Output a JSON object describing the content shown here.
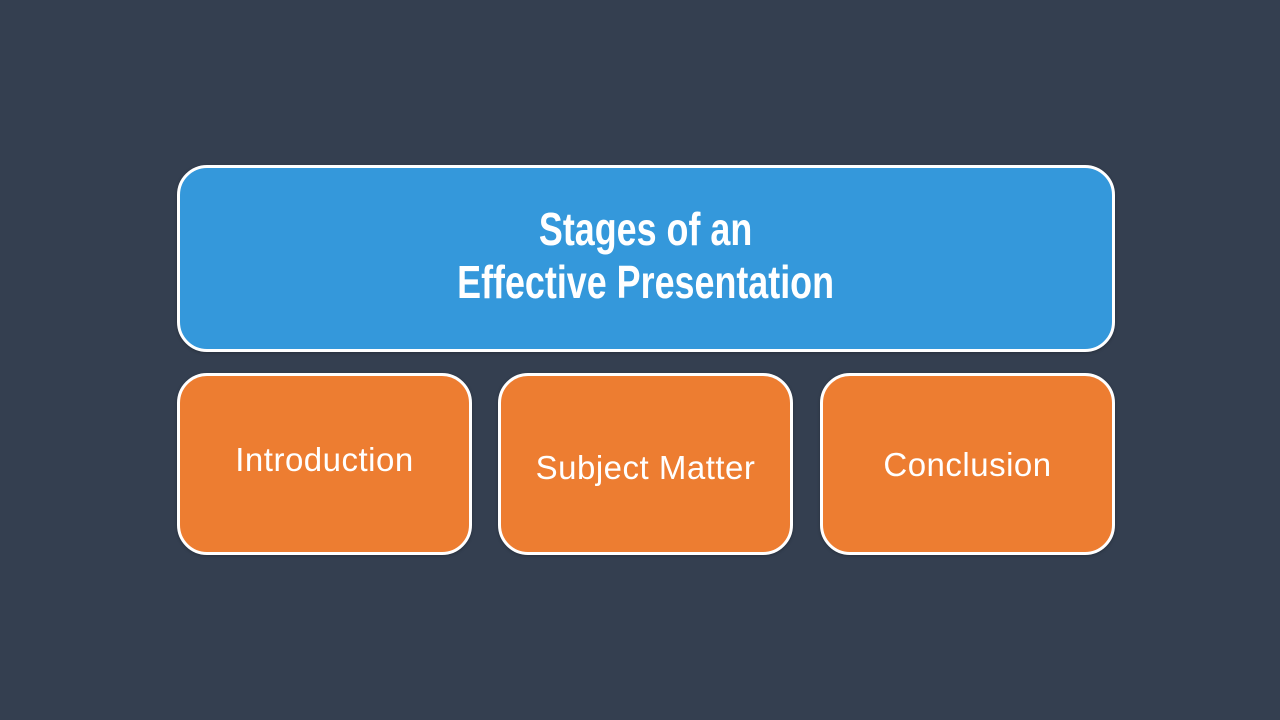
{
  "slide": {
    "title": {
      "line1": "Stages of an",
      "line2": "Effective Presentation"
    },
    "stages": [
      {
        "label": "Introduction"
      },
      {
        "label": "Subject Matter"
      },
      {
        "label": "Conclusion"
      }
    ],
    "colors": {
      "background": "#343F50",
      "title_box": "#3498DB",
      "stage_box": "#ED7D31",
      "border": "#FFFFFF",
      "text": "#FFFFFF"
    }
  }
}
